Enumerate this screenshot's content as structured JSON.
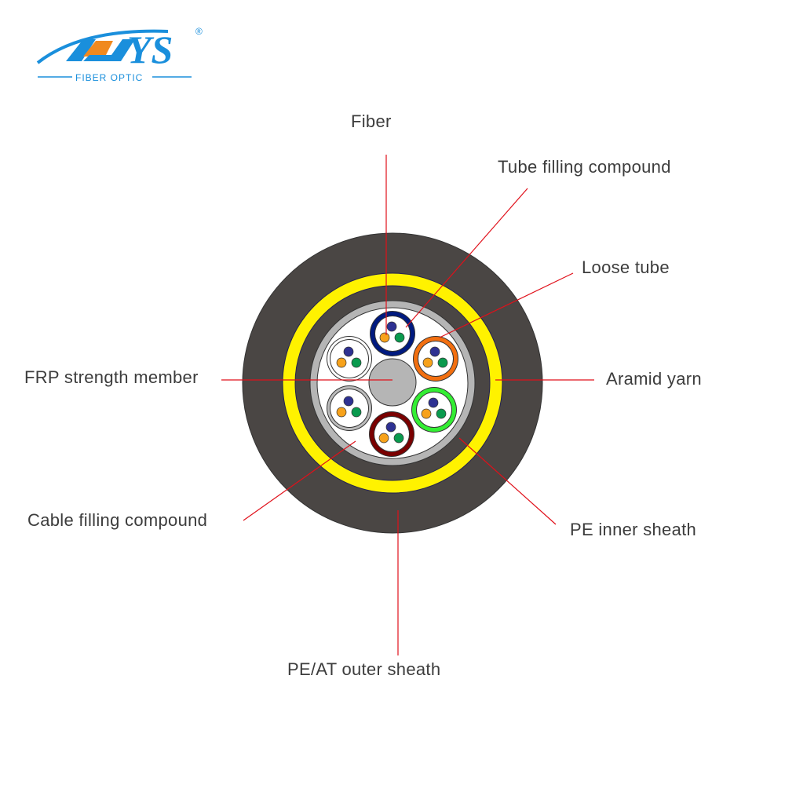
{
  "logo": {
    "brand": "DYS",
    "subtitle": "FIBER OPTIC",
    "registered": "®",
    "colors": {
      "blue": "#1a8fdc",
      "orange": "#f0891e"
    }
  },
  "labels": {
    "fiber": "Fiber",
    "tube_filling_compound": "Tube filling compound",
    "loose_tube": "Loose tube",
    "frp_strength_member": "FRP strength member",
    "aramid_yarn": "Aramid yarn",
    "cable_filling_compound": "Cable filling compound",
    "pe_inner_sheath": "PE inner sheath",
    "pe_at_outer_sheath": "PE/AT outer sheath"
  },
  "colors": {
    "outer_sheath": "#4a4644",
    "aramid": "#fff200",
    "inner_sheath_ring": "#b5b5b5",
    "frp": "#b5b5b5",
    "leader_line": "#e0101a",
    "fiber_blue": "#2e3192",
    "fiber_orange": "#f7a21b",
    "fiber_green": "#0a9a4e",
    "tubes": [
      "#001a80",
      "#f26f10",
      "#33ee33",
      "#7a0000",
      "#bbbbbb",
      "#ffffff"
    ]
  }
}
